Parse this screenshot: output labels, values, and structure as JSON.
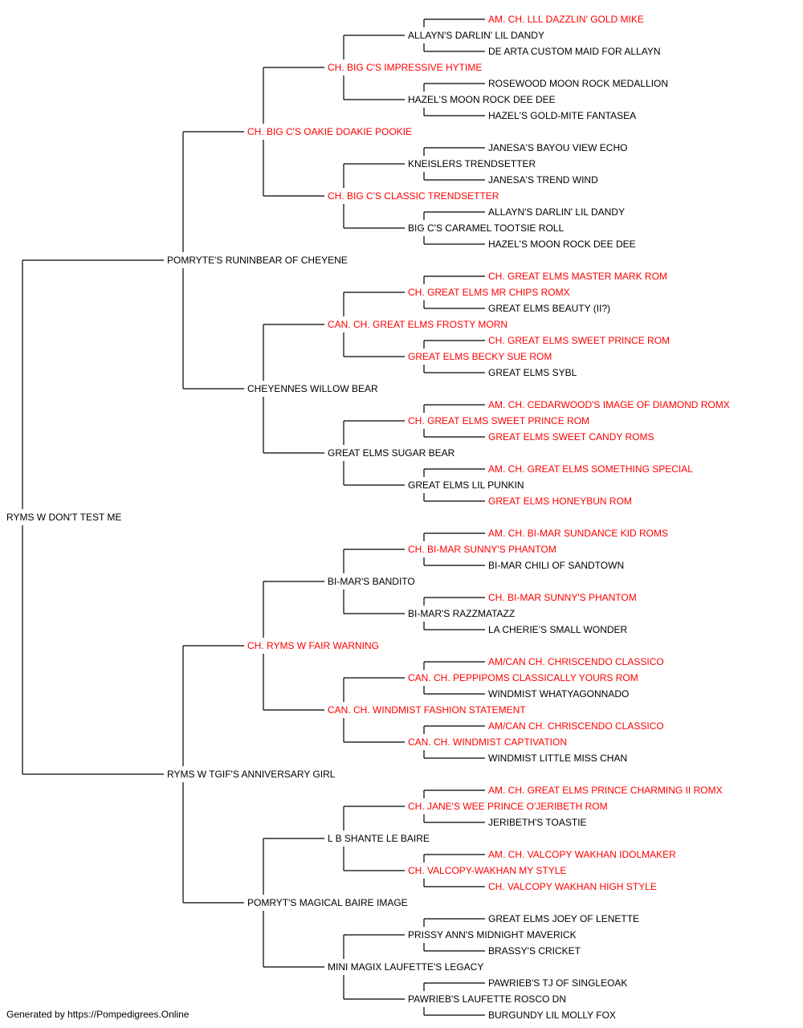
{
  "colors": {
    "champion": "#ff0000",
    "normal": "#000000",
    "line": "#000000"
  },
  "pedigree": {
    "name": "RYMS W DON'T TEST ME",
    "champion": false,
    "sire": {
      "name": "POMRYTE'S RUNINBEAR OF CHEYENE",
      "champion": false,
      "sire": {
        "name": "CH. BIG C'S OAKIE DOAKIE POOKIE",
        "champion": true,
        "sire": {
          "name": "CH. BIG C'S IMPRESSIVE HYTIME",
          "champion": true,
          "sire": {
            "name": "ALLAYN'S DARLIN' LIL DANDY",
            "champion": false,
            "sire": {
              "name": "AM. CH. LLL DAZZLIN' GOLD MIKE",
              "champion": true
            },
            "dam": {
              "name": "DE ARTA CUSTOM MAID FOR ALLAYN",
              "champion": false
            }
          },
          "dam": {
            "name": "HAZEL'S MOON ROCK DEE DEE",
            "champion": false,
            "sire": {
              "name": "ROSEWOOD MOON ROCK MEDALLION",
              "champion": false
            },
            "dam": {
              "name": "HAZEL'S GOLD-MITE FANTASEA",
              "champion": false
            }
          }
        },
        "dam": {
          "name": "CH. BIG C'S CLASSIC TRENDSETTER",
          "champion": true,
          "sire": {
            "name": "KNEISLERS TRENDSETTER",
            "champion": false,
            "sire": {
              "name": "JANESA'S BAYOU VIEW ECHO",
              "champion": false
            },
            "dam": {
              "name": "JANESA'S TREND WIND",
              "champion": false
            }
          },
          "dam": {
            "name": "BIG C'S CARAMEL TOOTSIE ROLL",
            "champion": false,
            "sire": {
              "name": "ALLAYN'S DARLIN' LIL DANDY",
              "champion": false
            },
            "dam": {
              "name": "HAZEL'S MOON ROCK DEE DEE",
              "champion": false
            }
          }
        }
      },
      "dam": {
        "name": "CHEYENNES WILLOW BEAR",
        "champion": false,
        "sire": {
          "name": "CAN. CH. GREAT ELMS FROSTY MORN",
          "champion": true,
          "sire": {
            "name": "CH. GREAT ELMS MR CHIPS ROMX",
            "champion": true,
            "sire": {
              "name": "CH. GREAT ELMS MASTER MARK ROM",
              "champion": true
            },
            "dam": {
              "name": "GREAT ELMS BEAUTY (II?)",
              "champion": false
            }
          },
          "dam": {
            "name": "GREAT ELMS BECKY SUE ROM",
            "champion": true,
            "sire": {
              "name": "CH. GREAT ELMS SWEET PRINCE ROM",
              "champion": true
            },
            "dam": {
              "name": "GREAT ELMS SYBL",
              "champion": false
            }
          }
        },
        "dam": {
          "name": "GREAT ELMS SUGAR BEAR",
          "champion": false,
          "sire": {
            "name": "CH. GREAT ELMS SWEET PRINCE ROM",
            "champion": true,
            "sire": {
              "name": "AM. CH. CEDARWOOD'S IMAGE OF DIAMOND ROMX",
              "champion": true
            },
            "dam": {
              "name": "GREAT ELMS SWEET CANDY ROMS",
              "champion": true
            }
          },
          "dam": {
            "name": "GREAT ELMS LIL PUNKIN",
            "champion": false,
            "sire": {
              "name": "AM. CH. GREAT ELMS SOMETHING SPECIAL",
              "champion": true
            },
            "dam": {
              "name": "GREAT ELMS HONEYBUN ROM",
              "champion": true
            }
          }
        }
      }
    },
    "dam": {
      "name": "RYMS W TGIF'S ANNIVERSARY GIRL",
      "champion": false,
      "sire": {
        "name": "CH. RYMS W FAIR WARNING",
        "champion": true,
        "sire": {
          "name": "BI-MAR'S BANDITO",
          "champion": false,
          "sire": {
            "name": "CH. BI-MAR SUNNY'S PHANTOM",
            "champion": true,
            "sire": {
              "name": "AM. CH. BI-MAR SUNDANCE KID ROMS",
              "champion": true
            },
            "dam": {
              "name": "BI-MAR CHILI OF SANDTOWN",
              "champion": false
            }
          },
          "dam": {
            "name": "BI-MAR'S RAZZMATAZZ",
            "champion": false,
            "sire": {
              "name": "CH. BI-MAR SUNNY'S PHANTOM",
              "champion": true
            },
            "dam": {
              "name": "LA CHERIE'S SMALL WONDER",
              "champion": false
            }
          }
        },
        "dam": {
          "name": "CAN. CH. WINDMIST FASHION STATEMENT",
          "champion": true,
          "sire": {
            "name": "CAN. CH. PEPPIPOMS CLASSICALLY YOURS ROM",
            "champion": true,
            "sire": {
              "name": "AM/CAN CH. CHRISCENDO CLASSICO",
              "champion": true
            },
            "dam": {
              "name": "WINDMIST WHATYAGONNADO",
              "champion": false
            }
          },
          "dam": {
            "name": "CAN. CH. WINDMIST CAPTIVATION",
            "champion": true,
            "sire": {
              "name": "AM/CAN CH. CHRISCENDO CLASSICO",
              "champion": true
            },
            "dam": {
              "name": "WINDMIST LITTLE MISS CHAN",
              "champion": false
            }
          }
        }
      },
      "dam": {
        "name": "POMRYT'S MAGICAL BAIRE IMAGE",
        "champion": false,
        "sire": {
          "name": "L B SHANTE LE BAIRE",
          "champion": false,
          "sire": {
            "name": "CH. JANE'S WEE PRINCE O'JERIBETH ROM",
            "champion": true,
            "sire": {
              "name": "AM. CH. GREAT ELMS PRINCE CHARMING II ROMX",
              "champion": true
            },
            "dam": {
              "name": "JERIBETH'S TOASTIE",
              "champion": false
            }
          },
          "dam": {
            "name": "CH. VALCOPY-WAKHAN MY STYLE",
            "champion": true,
            "sire": {
              "name": "AM. CH. VALCOPY WAKHAN IDOLMAKER",
              "champion": true
            },
            "dam": {
              "name": "CH. VALCOPY WAKHAN HIGH STYLE",
              "champion": true
            }
          }
        },
        "dam": {
          "name": "MINI MAGIX LAUFETTE'S LEGACY",
          "champion": false,
          "sire": {
            "name": "PRISSY ANN'S MIDNIGHT MAVERICK",
            "champion": false,
            "sire": {
              "name": "GREAT ELMS JOEY OF LENETTE",
              "champion": false
            },
            "dam": {
              "name": "BRASSY'S CRICKET",
              "champion": false
            }
          },
          "dam": {
            "name": "PAWRIEB'S LAUFETTE ROSCO DN",
            "champion": false,
            "sire": {
              "name": "PAWRIEB'S TJ OF SINGLEOAK",
              "champion": false
            },
            "dam": {
              "name": "BURGUNDY LIL MOLLY FOX",
              "champion": false
            }
          }
        }
      }
    }
  },
  "footer": "Generated by https://Pompedigrees.Online"
}
